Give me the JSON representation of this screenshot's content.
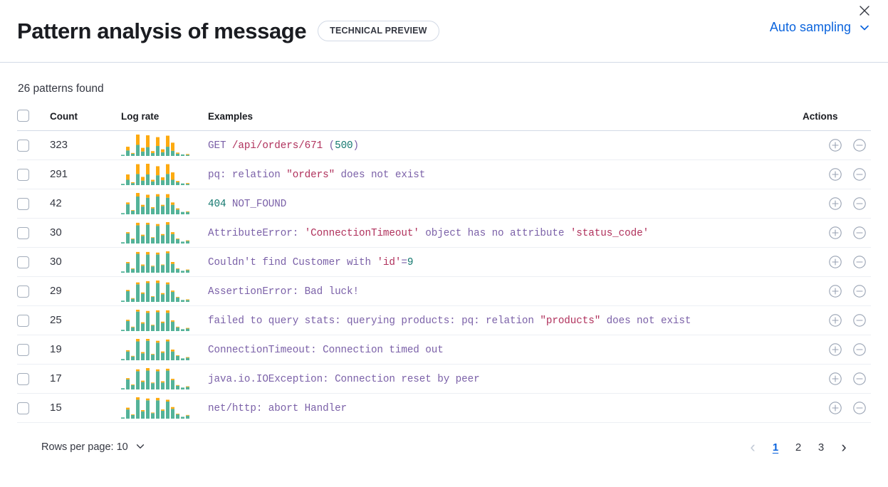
{
  "header": {
    "title": "Pattern analysis of message",
    "badge": "TECHNICAL PREVIEW",
    "sampling_label": "Auto sampling",
    "chevron_icon": "chevron-down-icon",
    "close_icon": "close-icon"
  },
  "summary": {
    "patterns_found": "26 patterns found"
  },
  "table": {
    "columns": {
      "select": "",
      "count": "Count",
      "log_rate": "Log rate",
      "examples": "Examples",
      "actions": "Actions"
    },
    "rows": [
      {
        "count": "323",
        "example_plain": "GET /api/orders/671 (500)",
        "tokens": [
          {
            "t": "GET ",
            "c": "id"
          },
          {
            "t": "/api/orders/671",
            "c": "str"
          },
          {
            "t": " (",
            "c": "id"
          },
          {
            "t": "500",
            "c": "num"
          },
          {
            "t": ")",
            "c": "id"
          }
        ],
        "spark": {
          "teal": [
            3,
            15,
            6,
            30,
            12,
            24,
            8,
            27,
            10,
            25,
            14,
            6,
            4,
            3
          ],
          "orange": [
            0,
            10,
            2,
            28,
            10,
            32,
            5,
            24,
            8,
            30,
            22,
            3,
            0,
            2
          ]
        }
      },
      {
        "count": "291",
        "example_plain": "pq: relation \"orders\" does not exist",
        "tokens": [
          {
            "t": "pq: relation ",
            "c": "id"
          },
          {
            "t": "\"orders\"",
            "c": "str"
          },
          {
            "t": " does not exist",
            "c": "id"
          }
        ],
        "spark": {
          "teal": [
            3,
            13,
            5,
            27,
            11,
            26,
            9,
            24,
            12,
            27,
            13,
            7,
            4,
            3
          ],
          "orange": [
            0,
            13,
            2,
            24,
            9,
            26,
            4,
            22,
            7,
            24,
            18,
            3,
            0,
            2
          ]
        }
      },
      {
        "count": "42",
        "example_plain": "404 NOT_FOUND",
        "tokens": [
          {
            "t": "404",
            "c": "num"
          },
          {
            "t": " NOT_FOUND",
            "c": "id"
          }
        ],
        "spark": {
          "teal": [
            2,
            17,
            6,
            30,
            13,
            28,
            10,
            30,
            14,
            28,
            16,
            8,
            4,
            4
          ],
          "orange": [
            0,
            3,
            1,
            6,
            3,
            5,
            2,
            4,
            2,
            6,
            4,
            2,
            0,
            1
          ]
        }
      },
      {
        "count": "30",
        "example_plain": "AttributeError: 'ConnectionTimeout' object has no attribute 'status_code'",
        "tokens": [
          {
            "t": "AttributeError: ",
            "c": "id"
          },
          {
            "t": "'ConnectionTimeout'",
            "c": "str"
          },
          {
            "t": " object has no attribute ",
            "c": "id"
          },
          {
            "t": "'status_code'",
            "c": "str"
          }
        ],
        "spark": {
          "teal": [
            2,
            16,
            7,
            29,
            12,
            30,
            9,
            28,
            13,
            30,
            15,
            7,
            3,
            4
          ],
          "orange": [
            0,
            2,
            1,
            4,
            2,
            3,
            1,
            3,
            2,
            4,
            3,
            1,
            0,
            1
          ]
        }
      },
      {
        "count": "30",
        "example_plain": "Couldn't find Customer with 'id'=9",
        "tokens": [
          {
            "t": "Couldn't find Customer with ",
            "c": "id"
          },
          {
            "t": "'id'",
            "c": "str"
          },
          {
            "t": "=",
            "c": "id"
          },
          {
            "t": "9",
            "c": "num"
          }
        ],
        "spark": {
          "teal": [
            2,
            15,
            6,
            30,
            11,
            29,
            10,
            29,
            12,
            31,
            14,
            6,
            3,
            4
          ],
          "orange": [
            0,
            2,
            1,
            3,
            2,
            4,
            1,
            3,
            1,
            3,
            3,
            1,
            0,
            1
          ]
        }
      },
      {
        "count": "29",
        "example_plain": "AssertionError: Bad luck!",
        "tokens": [
          {
            "t": "AssertionError: Bad luck!",
            "c": "id"
          }
        ],
        "spark": {
          "teal": [
            2,
            17,
            5,
            28,
            13,
            30,
            8,
            30,
            12,
            28,
            16,
            7,
            3,
            3
          ],
          "orange": [
            0,
            2,
            1,
            3,
            2,
            3,
            1,
            4,
            2,
            3,
            2,
            1,
            0,
            1
          ]
        }
      },
      {
        "count": "25",
        "example_plain": "failed to query stats: querying products: pq: relation \"products\" does not exist",
        "tokens": [
          {
            "t": "failed to query stats: querying products: pq: relation ",
            "c": "id"
          },
          {
            "t": "\"products\"",
            "c": "str"
          },
          {
            "t": " does not exist",
            "c": "id"
          }
        ],
        "spark": {
          "teal": [
            2,
            16,
            6,
            31,
            12,
            29,
            9,
            30,
            13,
            29,
            15,
            6,
            3,
            4
          ],
          "orange": [
            0,
            2,
            1,
            3,
            2,
            3,
            1,
            3,
            2,
            4,
            2,
            1,
            0,
            1
          ]
        }
      },
      {
        "count": "19",
        "example_plain": "ConnectionTimeout: Connection timed out",
        "tokens": [
          {
            "t": "ConnectionTimeout: Connection timed out",
            "c": "id"
          }
        ],
        "spark": {
          "teal": [
            2,
            14,
            6,
            30,
            11,
            31,
            9,
            28,
            12,
            30,
            14,
            7,
            3,
            4
          ],
          "orange": [
            0,
            2,
            1,
            4,
            2,
            3,
            1,
            3,
            2,
            3,
            3,
            1,
            0,
            1
          ]
        }
      },
      {
        "count": "17",
        "example_plain": "java.io.IOException: Connection reset by peer",
        "tokens": [
          {
            "t": "java.io.IOException: Connection reset by peer",
            "c": "id"
          }
        ],
        "spark": {
          "teal": [
            2,
            16,
            7,
            29,
            12,
            30,
            10,
            29,
            11,
            30,
            15,
            6,
            3,
            4
          ],
          "orange": [
            0,
            2,
            1,
            3,
            2,
            4,
            1,
            3,
            2,
            3,
            2,
            1,
            0,
            1
          ]
        }
      },
      {
        "count": "15",
        "example_plain": "net/http: abort Handler",
        "tokens": [
          {
            "t": "net/http: abort Handler",
            "c": "id"
          }
        ],
        "spark": {
          "teal": [
            2,
            15,
            6,
            31,
            12,
            30,
            9,
            30,
            13,
            28,
            16,
            7,
            3,
            5
          ],
          "orange": [
            0,
            3,
            1,
            4,
            2,
            3,
            1,
            4,
            2,
            3,
            3,
            1,
            0,
            1
          ]
        }
      }
    ],
    "row_action_add_icon": "plus-in-circle-icon",
    "row_action_remove_icon": "minus-in-circle-icon"
  },
  "footer": {
    "rows_per_page_label": "Rows per page: 10",
    "rows_per_page_chevron": "chevron-down-icon",
    "prev_label": "‹",
    "next_label": "›",
    "pages": [
      "1",
      "2",
      "3"
    ],
    "active_page": "1"
  },
  "colors": {
    "accent_blue": "#0b64dd",
    "spark_teal": "#54b399",
    "spark_orange": "#fdaa10",
    "token_identifier": "#7b61a8",
    "token_string": "#b0315c",
    "token_number": "#12776e",
    "border": "#d3dae6"
  }
}
